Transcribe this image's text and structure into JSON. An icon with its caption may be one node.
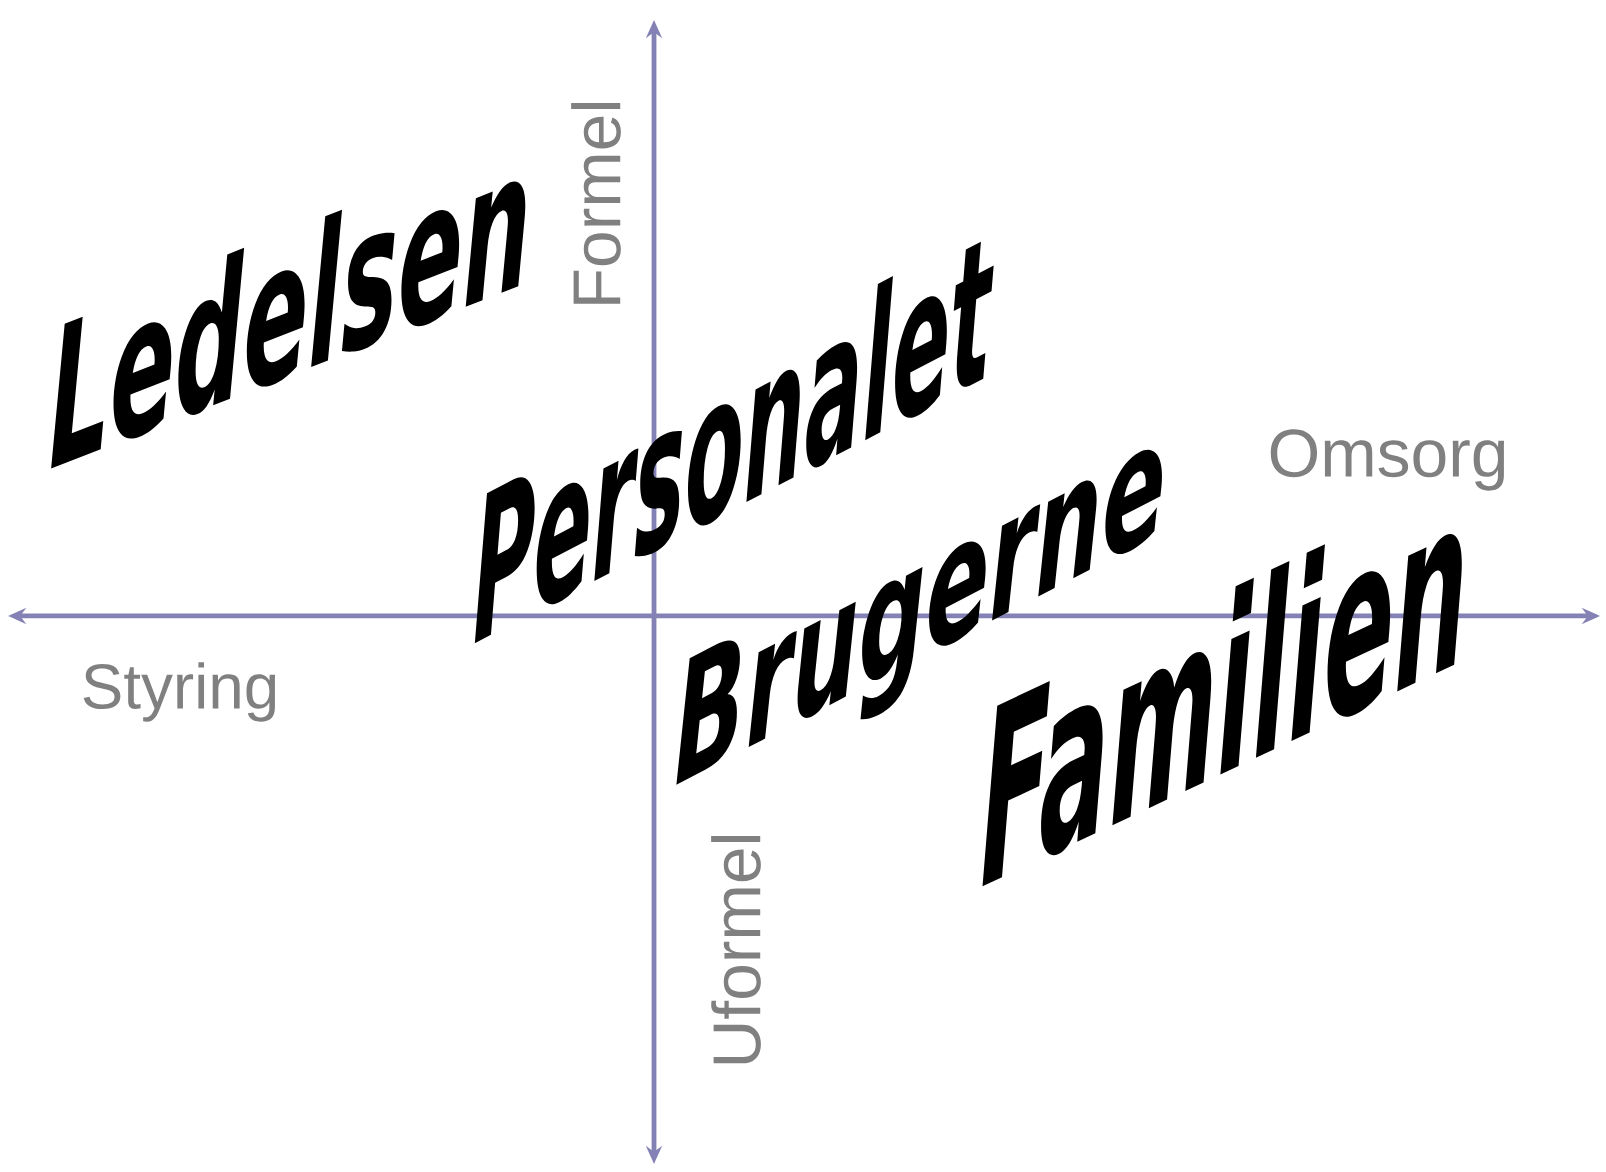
{
  "diagram": {
    "labels": [
      "Formel",
      "Ledelsen",
      "Personalet",
      "Omsorg",
      "Styring",
      "Brugerne",
      "Familien",
      "Uformel"
    ]
  }
}
